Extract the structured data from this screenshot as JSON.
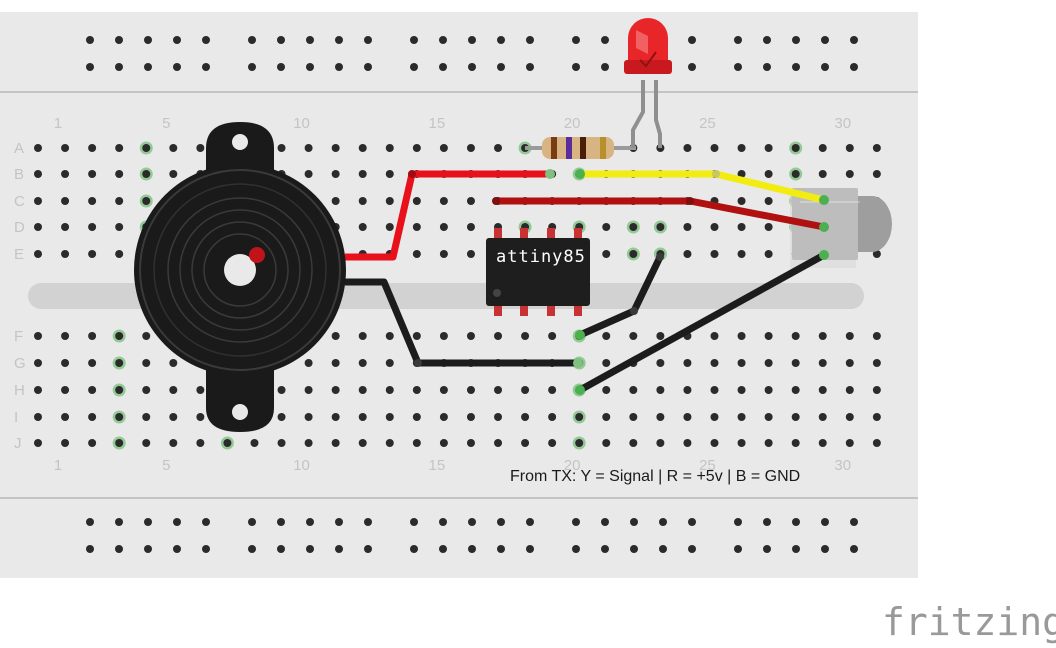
{
  "breadboard": {
    "row_labels": [
      "A",
      "B",
      "C",
      "D",
      "E",
      "F",
      "G",
      "H",
      "I",
      "J"
    ],
    "column_numbers": [
      "1",
      "5",
      "10",
      "15",
      "20",
      "25",
      "30"
    ]
  },
  "chip": {
    "label": "attiny85"
  },
  "caption": "From TX: Y = Signal | R = +5v | B = GND",
  "brand": "fritzing",
  "colors": {
    "board": "#e9e9e9",
    "hole": "#2b2b2b",
    "hole_connected": "#4caf50",
    "wire_red": "#e8101a",
    "wire_dark_red": "#b01010",
    "wire_yellow": "#f2ec10",
    "wire_black": "#1c1c1c",
    "led": "#e8262a"
  },
  "components": [
    "piezo-buzzer",
    "attiny85-chip",
    "red-led",
    "resistor",
    "ir-receiver"
  ]
}
